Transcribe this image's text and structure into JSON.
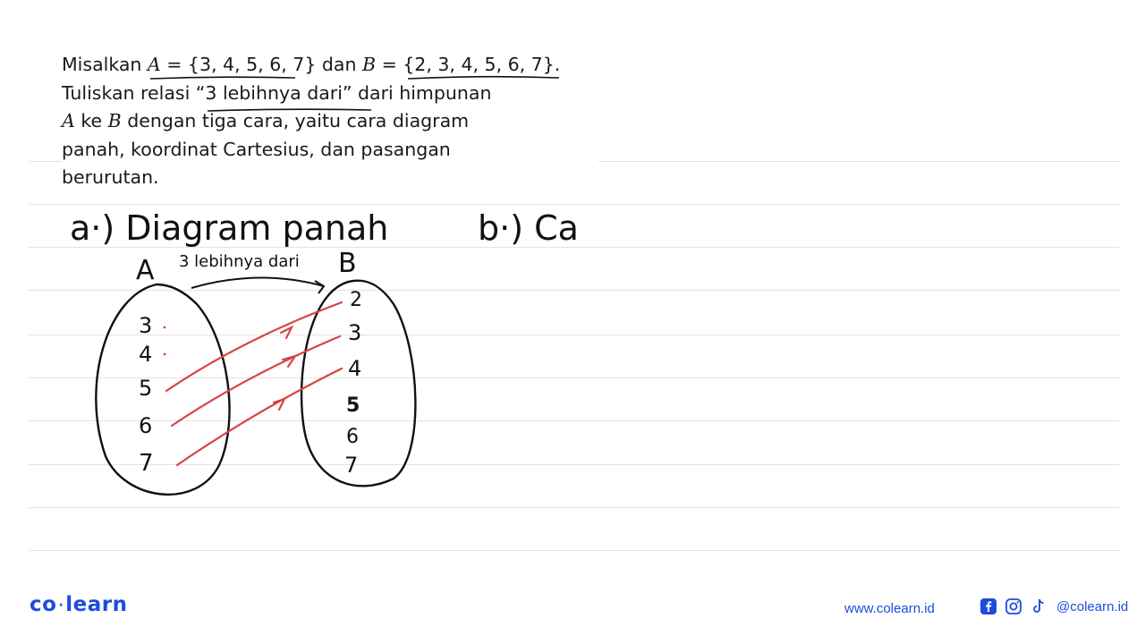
{
  "question": {
    "lines": [
      [
        "Misalkan ",
        "A",
        " = {3, 4, 5, 6, 7} dan ",
        "B",
        " = {2, 3, 4, 5, 6, 7}."
      ],
      [
        "Tuliskan relasi “3 lebihnya dari” dari himpunan"
      ],
      [
        "A",
        " ke ",
        "B",
        " dengan tiga cara, yaitu cara diagram"
      ],
      [
        "panah, koordinat Cartesius, dan pasangan"
      ],
      [
        "berurutan."
      ]
    ]
  },
  "handwriting": {
    "part_a_heading": "a·) Diagram panah",
    "part_b_heading": "b·) Ca",
    "set_a_label": "A",
    "set_b_label": "B",
    "relation_label": "3 lebihnya dari",
    "set_a_members": [
      "3",
      "4",
      "5",
      "6",
      "7"
    ],
    "set_b_members": [
      "2",
      "3",
      "4",
      "5",
      "6",
      "7"
    ],
    "pairs": [
      [
        "5",
        "2"
      ],
      [
        "6",
        "3"
      ],
      [
        "7",
        "4"
      ]
    ],
    "ink_color": "#111111",
    "arrow_color": "#d64545"
  },
  "footer": {
    "logo_left": "co",
    "logo_right": "learn",
    "website": "www.colearn.id",
    "social_handle": "@colearn.id",
    "brand_color": "#1e4cdc",
    "icons": [
      "facebook-icon",
      "instagram-icon",
      "tiktok-icon"
    ]
  }
}
